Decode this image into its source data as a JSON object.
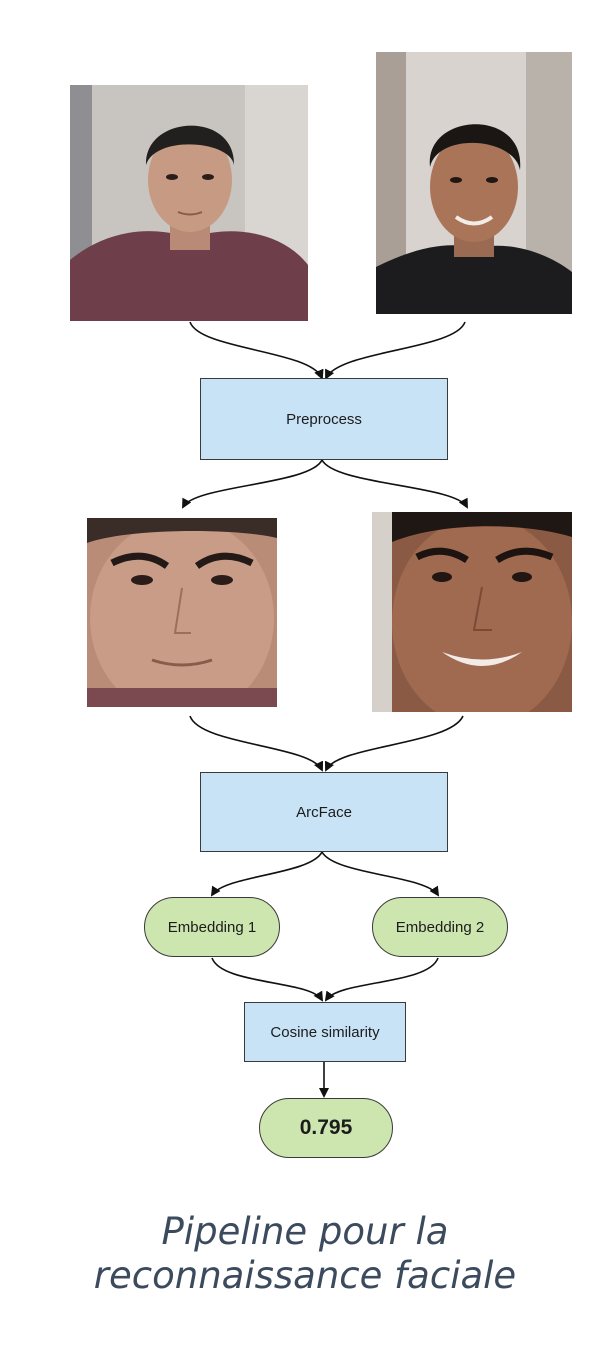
{
  "diagram": {
    "nodes": {
      "preprocess": "Preprocess",
      "arcface": "ArcFace",
      "embedding_1": "Embedding 1",
      "embedding_2": "Embedding 2",
      "cosine_similarity": "Cosine similarity",
      "result": "0.795"
    }
  },
  "caption": {
    "line_1": "Pipeline pour la",
    "line_2": "reconnaissance faciale"
  },
  "colors": {
    "process_box": "#c9e3f6",
    "terminal_pill": "#cde6b0",
    "caption_text": "#3c4a5e"
  }
}
